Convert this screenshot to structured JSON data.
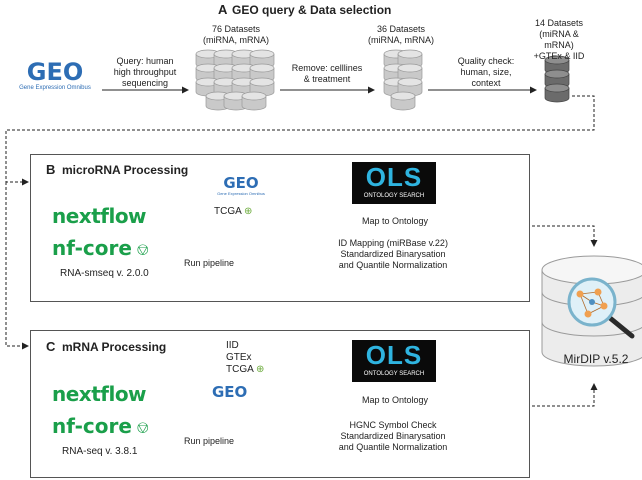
{
  "section_a": {
    "letter": "A",
    "title": "GEO query & Data selection",
    "geo_logo": "GEO",
    "geo_sub": "Gene Expression Omnibus",
    "query_text": [
      "Query: human",
      "high throughput",
      "sequencing"
    ],
    "ds76": [
      "76 Datasets",
      "(miRNA, mRNA)"
    ],
    "remove_text": [
      "Remove: celllines",
      "& treatment"
    ],
    "ds36": [
      "36 Datasets",
      "(miRNA, mRNA)"
    ],
    "qc_text": [
      "Quality check:",
      "human, size,",
      "context"
    ],
    "ds14": [
      "14 Datasets",
      "(miRNA & mRNA)",
      "+GTEx & IID"
    ]
  },
  "section_b": {
    "letter": "B",
    "title": "microRNA Processing",
    "nextflow": "nextflow",
    "nfcore": "nf-core",
    "pipeline": "RNA-smseq v. 2.0.0",
    "geo_logo": "GEO",
    "geo_sub": "Gene Expression Omnibus",
    "tcga": "TCGA",
    "run_pipeline": "Run pipeline",
    "ols_big": "OLS",
    "ols_small": "ONTOLOGY SEARCH",
    "map": "Map to Ontology",
    "steps": [
      "ID Mapping (miRBase v.22)",
      "Standardized Binarysation",
      "and Quantile Normalization"
    ]
  },
  "section_c": {
    "letter": "C",
    "title": "mRNA Processing",
    "nextflow": "nextflow",
    "nfcore": "nf-core",
    "pipeline": "RNA-seq v. 3.8.1",
    "sources": [
      "IID",
      "GTEx",
      "TCGA"
    ],
    "geo_logo": "GEO",
    "run_pipeline": "Run pipeline",
    "ols_big": "OLS",
    "ols_small": "ONTOLOGY SEARCH",
    "map": "Map to Ontology",
    "steps": [
      "HGNC Symbol Check",
      "Standardized Binarysation",
      "and Quantile Normalization"
    ]
  },
  "mirdip": {
    "label": "MirDIP v.5.2"
  },
  "colors": {
    "grey_db": "#c9c9c9",
    "dark_db": "#6b6b6b",
    "blue_db": "#5d98c8",
    "gold_db": "#f3cf7c",
    "nf_green": "#1a9f4a",
    "geo_blue": "#2d6db4",
    "ols_cyan": "#2fb4e0"
  }
}
